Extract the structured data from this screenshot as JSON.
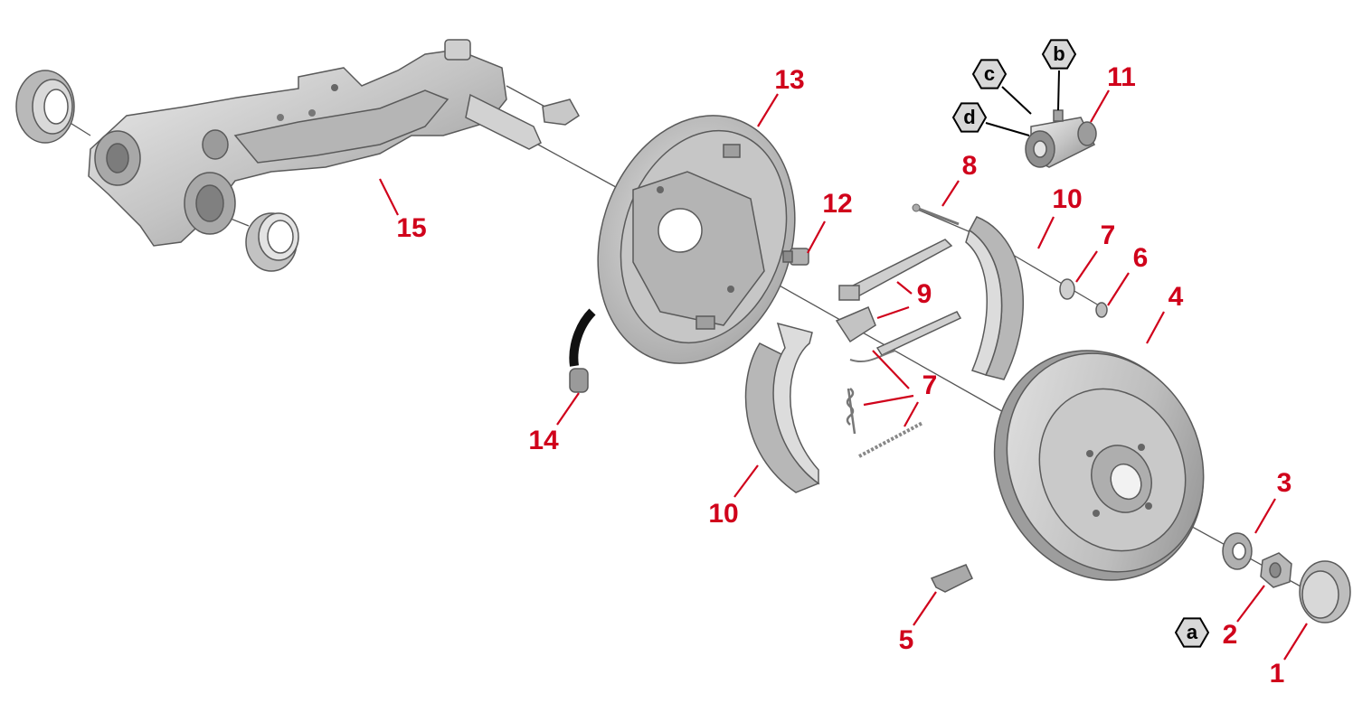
{
  "colors": {
    "callout": "#d0021b",
    "part_fill": "#c9c9c9",
    "part_dark": "#9a9a9a",
    "part_light": "#e6e6e6",
    "outline": "#5a5a5a",
    "hex_fill": "#d8d8d8"
  },
  "callouts": [
    {
      "id": "c13",
      "label": "13"
    },
    {
      "id": "c15",
      "label": "15"
    },
    {
      "id": "c12",
      "label": "12"
    },
    {
      "id": "c14",
      "label": "14"
    },
    {
      "id": "c8",
      "label": "8"
    },
    {
      "id": "c9",
      "label": "9"
    },
    {
      "id": "c10a",
      "label": "10"
    },
    {
      "id": "c10b",
      "label": "10"
    },
    {
      "id": "c11",
      "label": "11"
    },
    {
      "id": "c7a",
      "label": "7"
    },
    {
      "id": "c7b",
      "label": "7"
    },
    {
      "id": "c6",
      "label": "6"
    },
    {
      "id": "c4",
      "label": "4"
    },
    {
      "id": "c3",
      "label": "3"
    },
    {
      "id": "c2",
      "label": "2"
    },
    {
      "id": "c1",
      "label": "1"
    },
    {
      "id": "c5",
      "label": "5"
    }
  ],
  "hex_markers": [
    {
      "id": "ha",
      "label": "a"
    },
    {
      "id": "hb",
      "label": "b"
    },
    {
      "id": "hc",
      "label": "c"
    },
    {
      "id": "hd",
      "label": "d"
    }
  ]
}
